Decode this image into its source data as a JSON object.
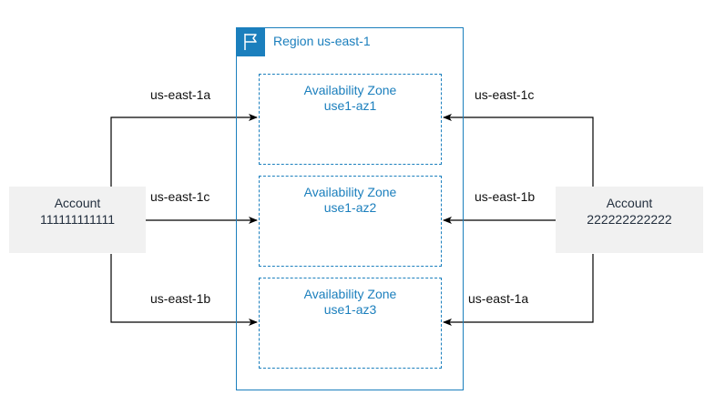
{
  "region": {
    "title": "Region us-east-1",
    "icon": "flag-icon",
    "color": "#1b7fbd"
  },
  "zones": [
    {
      "line1": "Availability Zone",
      "line2": "use1-az1"
    },
    {
      "line1": "Availability Zone",
      "line2": "use1-az2"
    },
    {
      "line1": "Availability Zone",
      "line2": "use1-az3"
    }
  ],
  "accounts": [
    {
      "line1": "Account",
      "line2": "111111111111"
    },
    {
      "line1": "Account",
      "line2": "222222222222"
    }
  ],
  "left_links": [
    "us-east-1a",
    "us-east-1c",
    "us-east-1b"
  ],
  "right_links": [
    "us-east-1c",
    "us-east-1b",
    "us-east-1a"
  ]
}
